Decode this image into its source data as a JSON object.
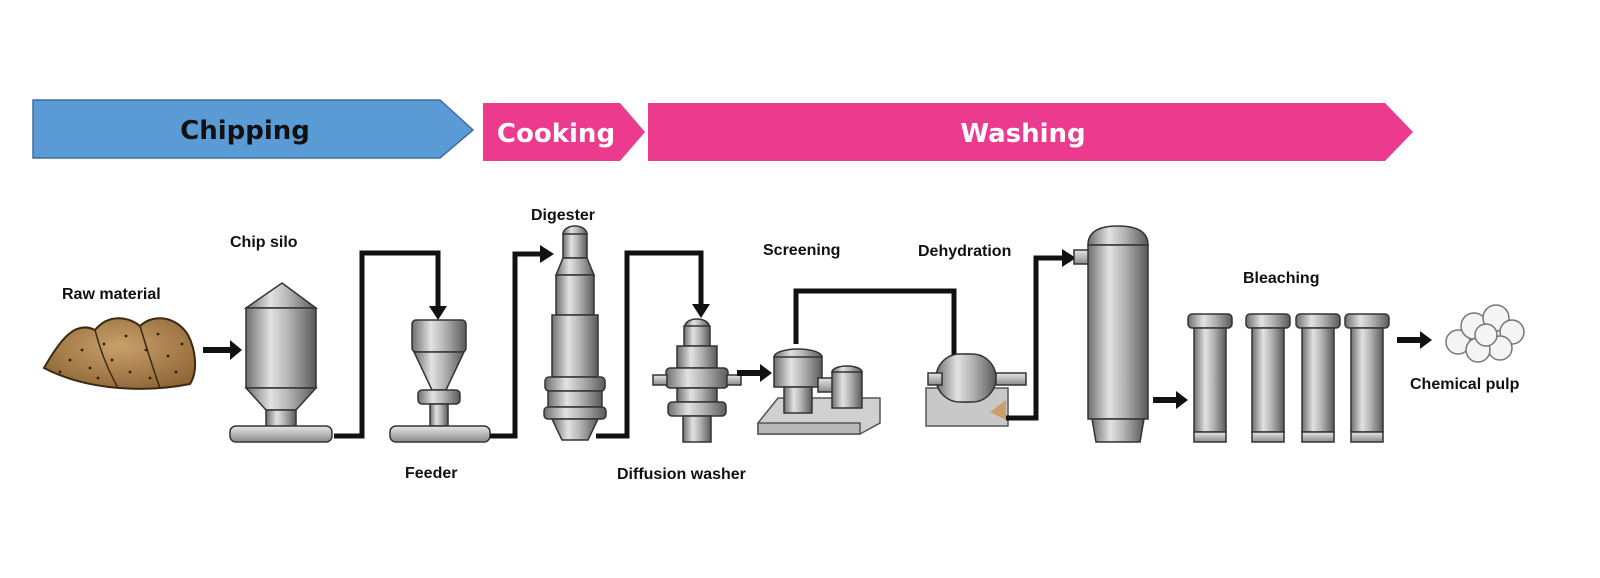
{
  "stages": [
    {
      "label": "Chipping",
      "color": "#5b9bd5",
      "text_color": "#111111"
    },
    {
      "label": "Cooking",
      "color": "#ec3b8f",
      "text_color": "#ffffff"
    },
    {
      "label": "Washing",
      "color": "#ec3b8f",
      "text_color": "#ffffff"
    }
  ],
  "labels": {
    "raw_material": "Raw material",
    "chip_silo": "Chip silo",
    "feeder": "Feeder",
    "digester": "Digester",
    "diffusion_washer": "Diffusion washer",
    "screening": "Screening",
    "dehydration": "Dehydration",
    "bleaching": "Bleaching",
    "chemical_pulp": "Chemical pulp"
  },
  "icons": {
    "raw_material": "wood-chip-pile-icon",
    "chip_silo": "chip-silo-icon",
    "feeder": "feeder-icon",
    "digester": "digester-icon",
    "diffusion_washer": "diffusion-washer-icon",
    "screening": "screening-icon",
    "dehydration": "dehydration-drum-icon",
    "bleaching": "bleaching-tower-icon",
    "chemical_pulp": "pulp-cloud-icon"
  }
}
